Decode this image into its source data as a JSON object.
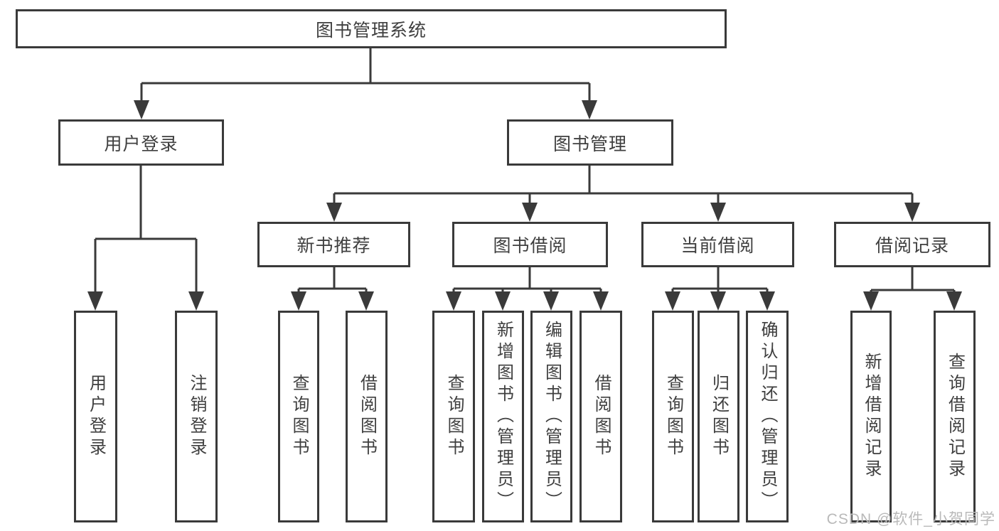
{
  "diagram_title": "图书管理系统",
  "colors": {
    "line": "#3a3a3a",
    "box_border": "#3a3a3a",
    "text": "#3f3f3f",
    "background": "#ffffff",
    "watermark": "#b9b9b9"
  },
  "nodes": {
    "root": {
      "label": "图书管理系统"
    },
    "level2": [
      {
        "label": "用户登录",
        "parent": "图书管理系统"
      },
      {
        "label": "图书管理",
        "parent": "图书管理系统"
      }
    ],
    "level3": [
      {
        "label": "新书推荐",
        "parent": "图书管理"
      },
      {
        "label": "图书借阅",
        "parent": "图书管理"
      },
      {
        "label": "当前借阅",
        "parent": "图书管理"
      },
      {
        "label": "借阅记录",
        "parent": "图书管理"
      }
    ],
    "leaves": [
      {
        "label": "用户登录",
        "parent": "用户登录"
      },
      {
        "label": "注销登录",
        "parent": "用户登录"
      },
      {
        "label": "查询图书",
        "parent": "新书推荐"
      },
      {
        "label": "借阅图书",
        "parent": "新书推荐"
      },
      {
        "label": "查询图书",
        "parent": "图书借阅"
      },
      {
        "label": "新增图书（管理员）",
        "parent": "图书借阅"
      },
      {
        "label": "编辑图书（管理员）",
        "parent": "图书借阅"
      },
      {
        "label": "借阅图书",
        "parent": "图书借阅"
      },
      {
        "label": "查询图书",
        "parent": "当前借阅"
      },
      {
        "label": "归还图书",
        "parent": "当前借阅"
      },
      {
        "label": "确认归还（管理员）",
        "parent": "当前借阅"
      },
      {
        "label": "新增借阅记录",
        "parent": "借阅记录"
      },
      {
        "label": "查询借阅记录",
        "parent": "借阅记录"
      }
    ]
  },
  "watermark": "CSDN @软件_小贺同学"
}
